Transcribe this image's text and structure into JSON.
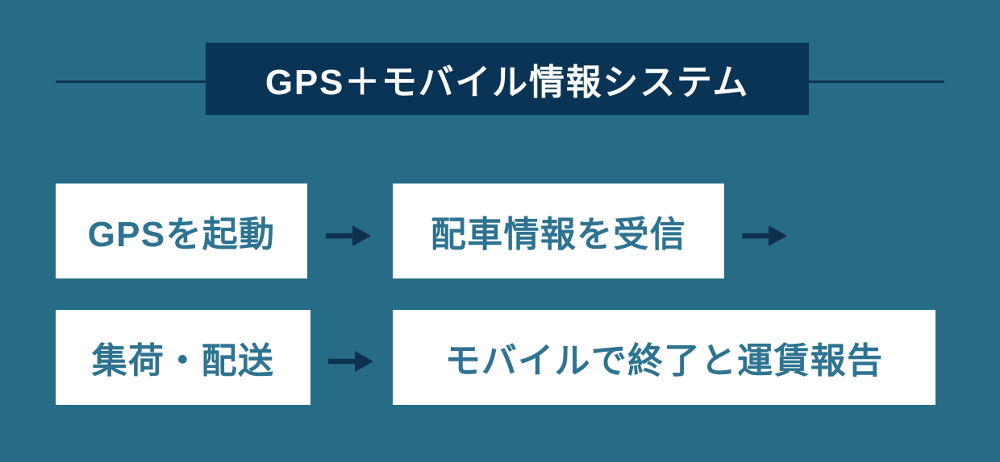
{
  "header": {
    "title": "GPS＋モバイル情報システム"
  },
  "steps": [
    {
      "id": "gps-start",
      "label": "GPSを起動"
    },
    {
      "id": "dispatch-receive",
      "label": "配車情報を受信"
    },
    {
      "id": "pickup-delivery",
      "label": "集荷・配送"
    },
    {
      "id": "mobile-report",
      "label": "モバイルで終了と運賃報告"
    }
  ],
  "icons": {
    "connector": "arrow-right-icon",
    "connector_count": 3
  },
  "colors": {
    "background": "#266C86",
    "banner": "#0A3456",
    "banner_text": "#FFFFFF",
    "line": "#0E324E",
    "arrow": "#0E324E",
    "step_text": "#2E7391",
    "step_background": "#FFFFFF"
  }
}
